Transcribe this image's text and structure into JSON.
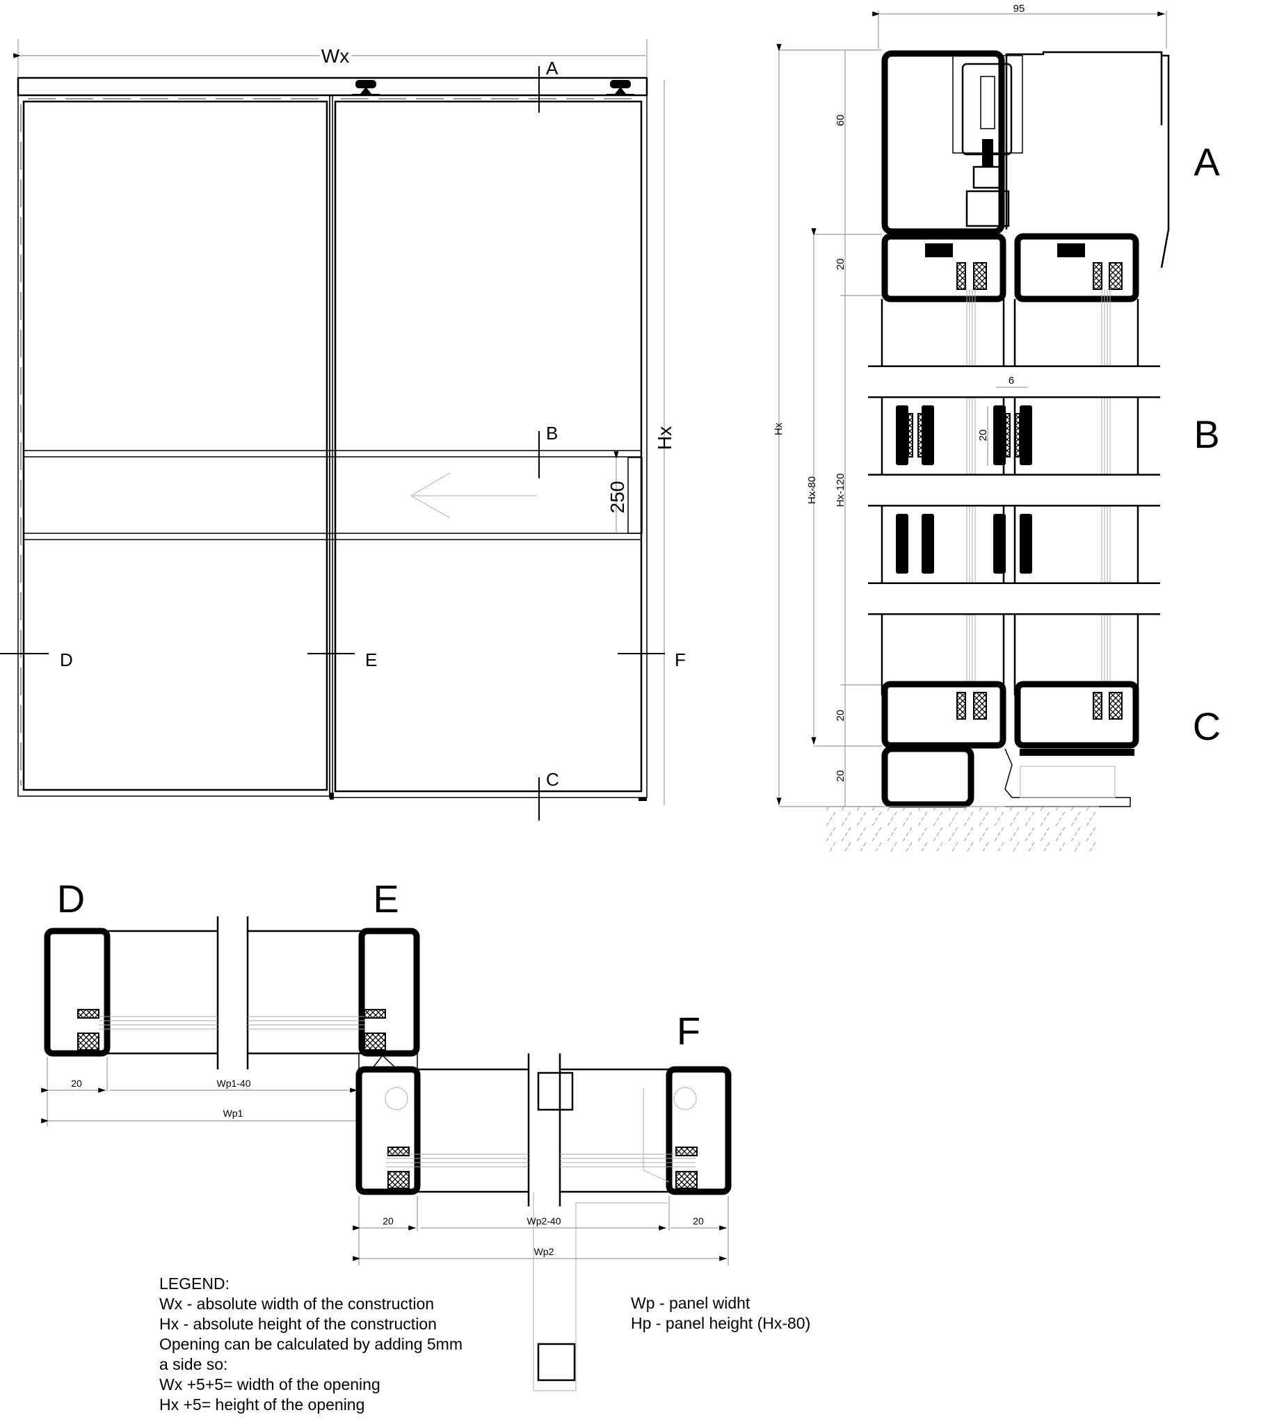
{
  "elevation": {
    "width_label": "Wx",
    "height_label": "Hx",
    "rail_height_label": "250",
    "section_markers": [
      {
        "id": "A",
        "label": "A"
      },
      {
        "id": "B",
        "label": "B"
      },
      {
        "id": "C",
        "label": "C"
      },
      {
        "id": "D",
        "label": "D"
      },
      {
        "id": "E",
        "label": "E"
      },
      {
        "id": "F",
        "label": "F"
      }
    ],
    "sliding_direction": "left"
  },
  "vertical_section": {
    "width_dim": "95",
    "dims": {
      "top_track": "60",
      "top_frame": "20",
      "seal": "20",
      "glass_gap": "6",
      "bottom_frame": "20",
      "bottom_track": "20",
      "total_height": "Hx",
      "panel_height": "Hx-80",
      "glass_height": "Hx-120"
    },
    "labels": {
      "a": "A",
      "b": "B",
      "c": "C"
    }
  },
  "horizontal_sections": {
    "labels": {
      "d": "D",
      "e": "E",
      "f": "F"
    },
    "dims": {
      "de_left_frame": "20",
      "de_inner": "Wp1-40",
      "de_right_frame": "20",
      "de_total": "Wp1",
      "f_left_frame": "20",
      "f_inner": "Wp2-40",
      "f_right_frame": "20",
      "f_total": "Wp2"
    }
  },
  "legend": {
    "title": "LEGEND:",
    "lines": [
      "Wx - absolute width of the construction",
      "Hx  - absolute height of the construction",
      "Opening can be calculated by adding 5mm",
      "a side so:",
      "Wx +5+5= width of the opening",
      "Hx +5= height of the opening"
    ],
    "panel_lines": [
      "Wp - panel widht",
      "Hp - panel height (Hx-80)"
    ]
  }
}
